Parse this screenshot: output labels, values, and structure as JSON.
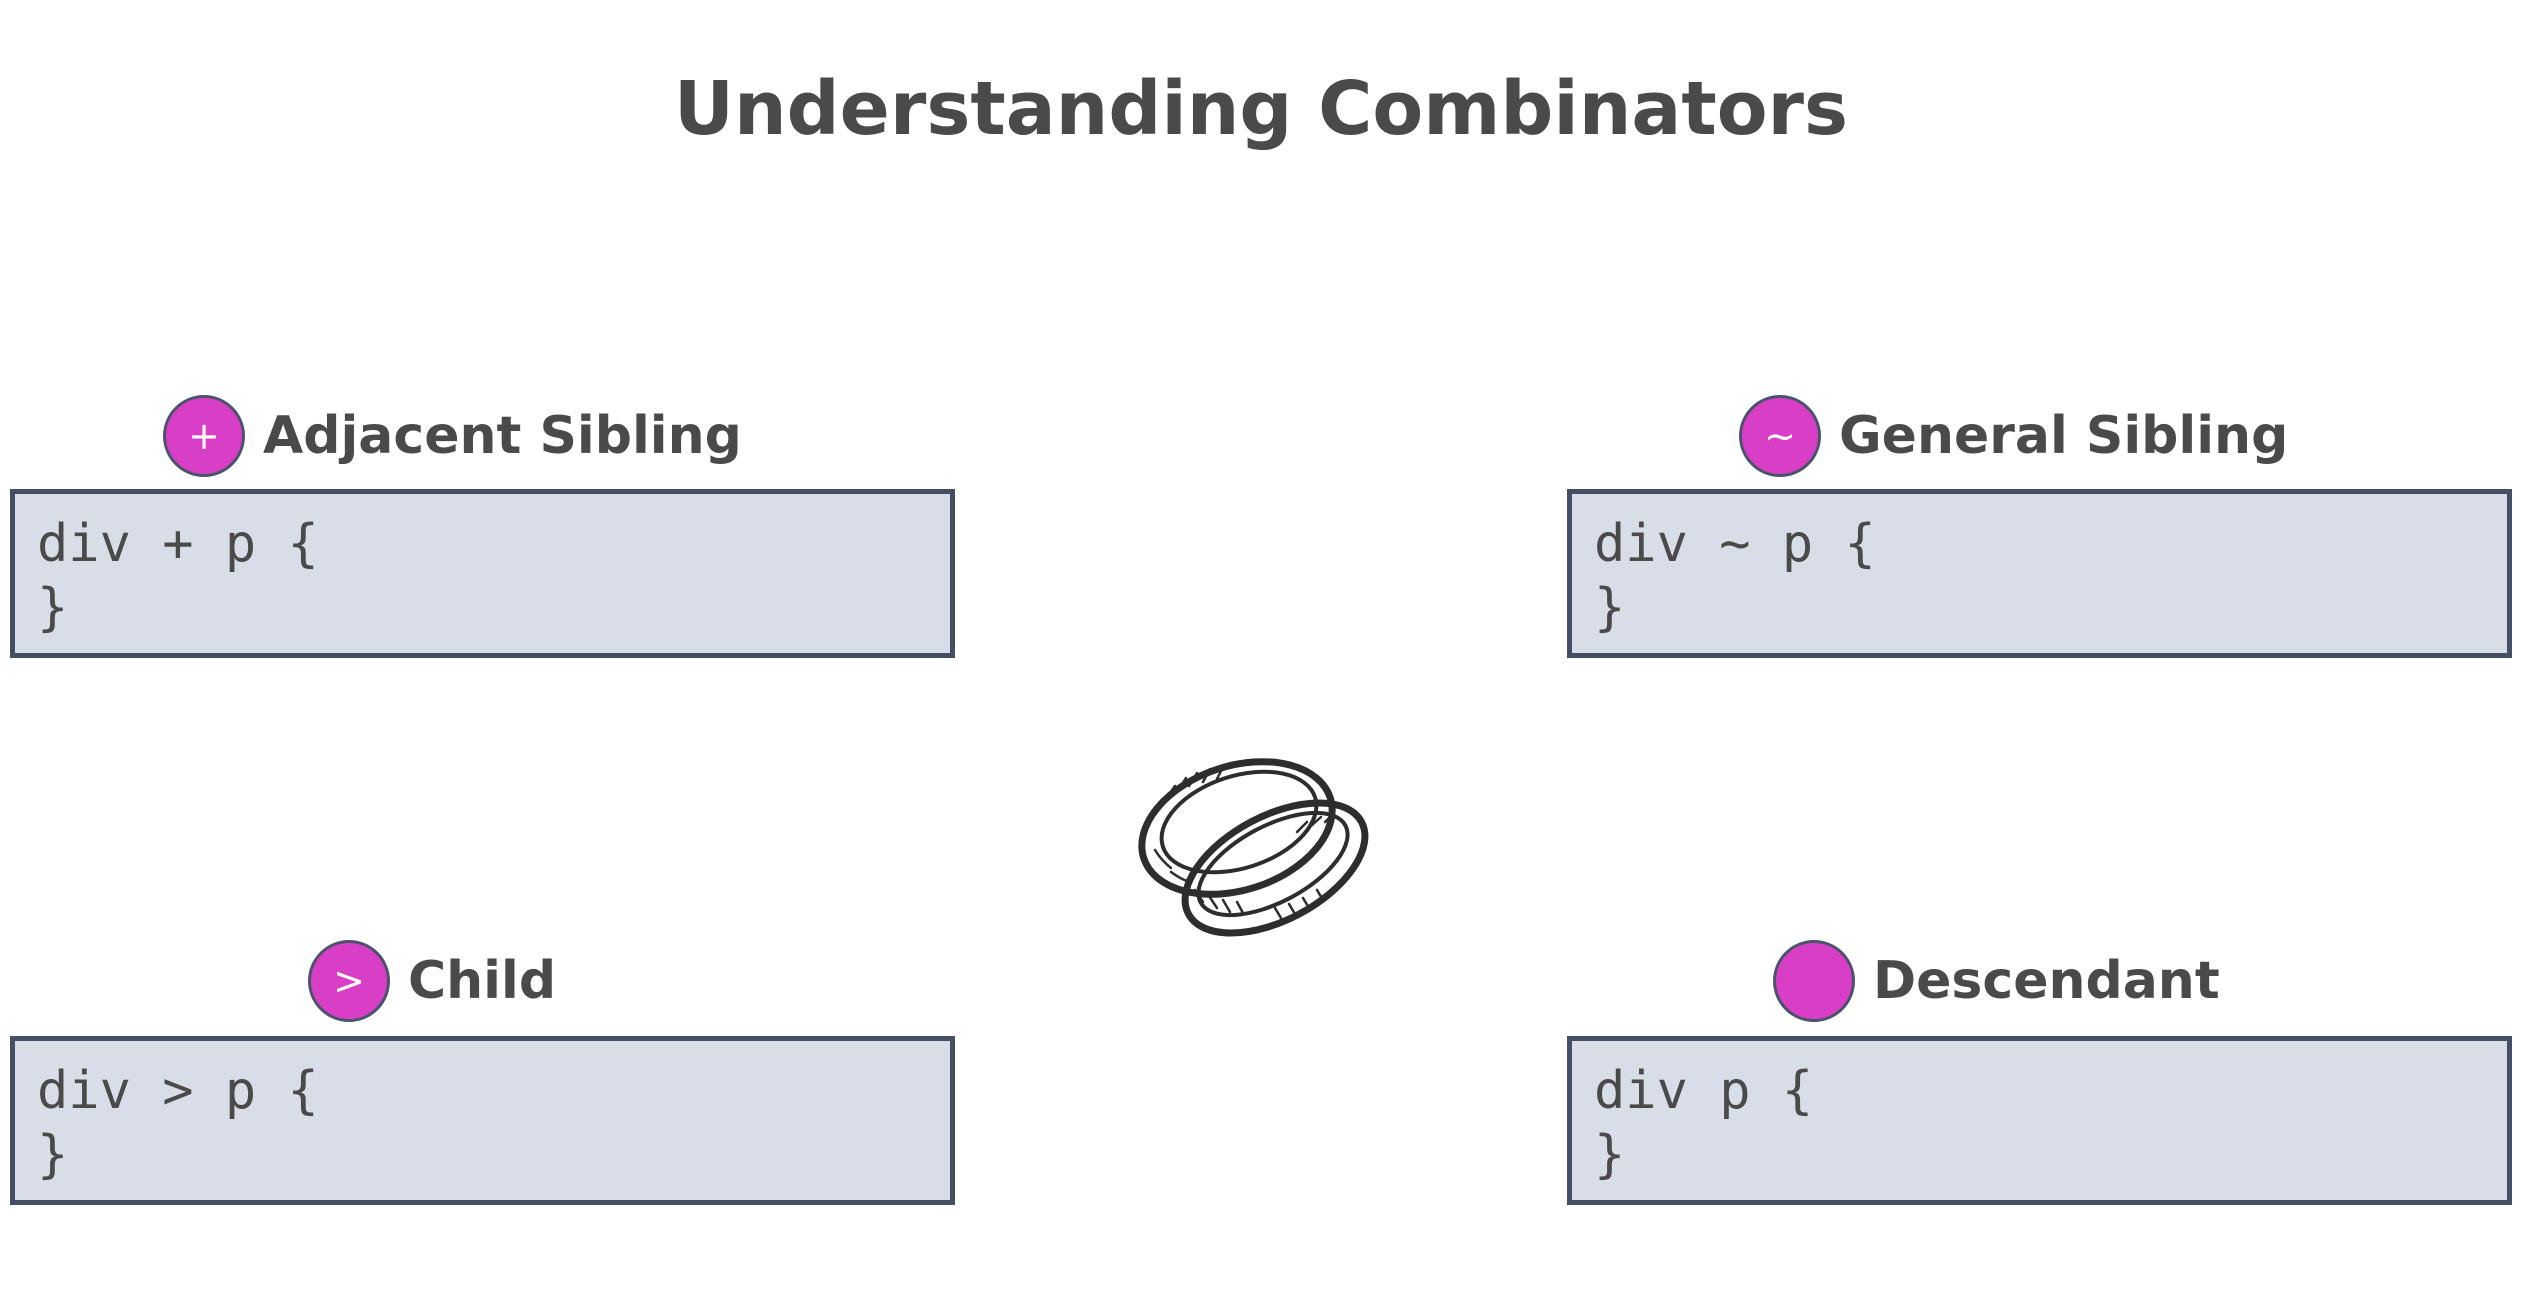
{
  "title": "Understanding Combinators",
  "combinators": [
    {
      "symbol": "+",
      "label": "Adjacent Sibling",
      "code_line1": "div + p {",
      "code_line2": "}"
    },
    {
      "symbol": "~",
      "label": "General Sibling",
      "code_line1": "div ~ p {",
      "code_line2": "}"
    },
    {
      "symbol": ">",
      "label": "Child",
      "code_line1": "div > p {",
      "code_line2": "}"
    },
    {
      "symbol": "",
      "label": "Descendant",
      "code_line1": "div p {",
      "code_line2": "}"
    }
  ],
  "colors": {
    "badge": "#d93fc6",
    "code_bg": "#d8dde8",
    "code_border": "#454f63",
    "text": "#4a4a4a"
  },
  "illustration": "rings-icon"
}
